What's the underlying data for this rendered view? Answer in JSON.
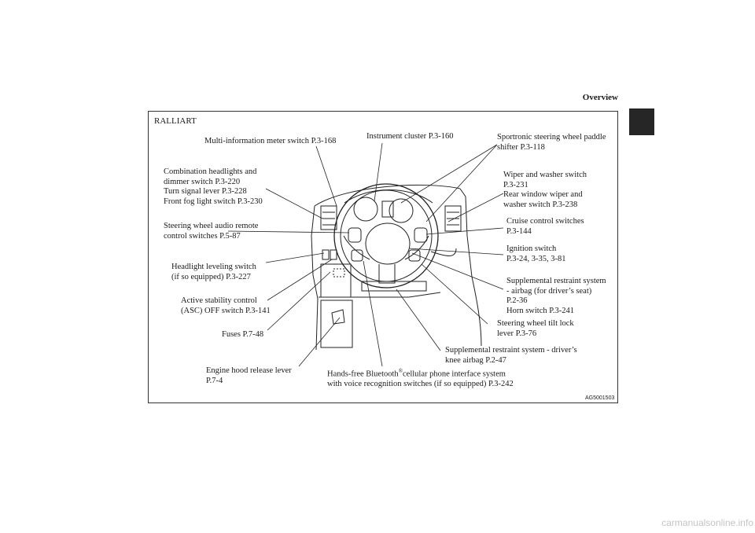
{
  "header": {
    "title": "Overview"
  },
  "figure": {
    "variant": "RALLIART",
    "image_code": "AG5001503",
    "labels": {
      "multi_info": "Multi-information meter switch P.3-168",
      "instrument": "Instrument cluster P.3-160",
      "paddle_1": "Sportronic steering wheel paddle",
      "paddle_2": "shifter P.3-118",
      "combo_1": "Combination headlights and",
      "combo_2": "dimmer switch P.3-220",
      "combo_3": "Turn signal lever P.3-228",
      "combo_4": "Front fog light switch P.3-230",
      "wiper_1": "Wiper and washer switch",
      "wiper_2": "P.3-231",
      "wiper_3": "Rear window wiper and",
      "wiper_4": "washer switch P.3-238",
      "audio_1": "Steering wheel audio remote",
      "audio_2": "control switches P.5-87",
      "cruise_1": "Cruise control switches",
      "cruise_2": "P.3-144",
      "ignition_1": "Ignition switch",
      "ignition_2": "P.3-24, 3-35, 3-81",
      "leveling_1": "Headlight leveling switch",
      "leveling_2": "(if so equipped) P.3-227",
      "srs_1": "Supplemental restraint system",
      "srs_2": "- airbag (for driver’s seat)",
      "srs_3": "P.2-36",
      "srs_4": "Horn switch P.3-241",
      "asc_1": "Active stability control",
      "asc_2": "(ASC) OFF switch P.3-141",
      "tilt_1": "Steering wheel tilt lock",
      "tilt_2": "lever P.3-76",
      "fuses": "Fuses P.7-48",
      "knee_1": "Supplemental restraint system - driver’s",
      "knee_2": "knee airbag P.2-47",
      "hood_1": "Engine hood release lever",
      "hood_2": "P.7-4",
      "bt_1a": "Hands-free Bluetooth",
      "bt_reg": "®",
      "bt_1b": "cellular phone interface system",
      "bt_2": "with voice recognition switches (if so equipped) P.3-242"
    }
  },
  "watermark": "carmanualsonline.info"
}
